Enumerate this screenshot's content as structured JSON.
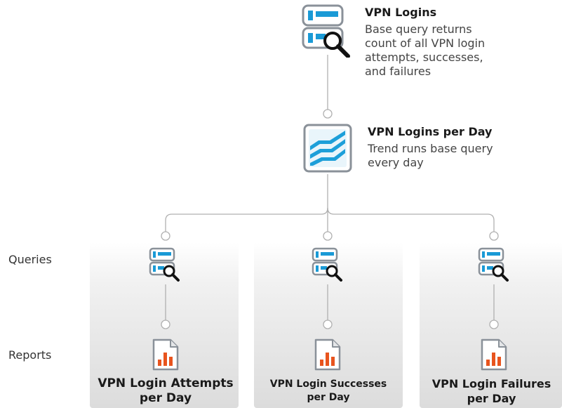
{
  "base_query": {
    "title": "VPN Logins",
    "description_lines": [
      "Base query returns",
      "count of all VPN login",
      "attempts, successes,",
      "and failures"
    ]
  },
  "trend": {
    "title": "VPN Logins per Day",
    "description_lines": [
      "Trend runs base query",
      "every day"
    ]
  },
  "row_labels": {
    "queries": "Queries",
    "reports": "Reports"
  },
  "reports": [
    {
      "line1": "VPN Login Attempts",
      "line2": "per Day"
    },
    {
      "line1": "VPN Login Successes",
      "line2": "per Day"
    },
    {
      "line1": "VPN Login Failures",
      "line2": "per Day"
    }
  ],
  "colors": {
    "connector": "#b0b0b0",
    "icon_blue": "#1a9ad6",
    "icon_gray": "#8a9199",
    "report_orange": "#e8541e",
    "trend_blue": "#1d9fd9"
  },
  "icons": {
    "base_query": "database-search-icon",
    "trend": "trend-icon",
    "query": "database-search-icon",
    "report": "bar-chart-document-icon"
  }
}
